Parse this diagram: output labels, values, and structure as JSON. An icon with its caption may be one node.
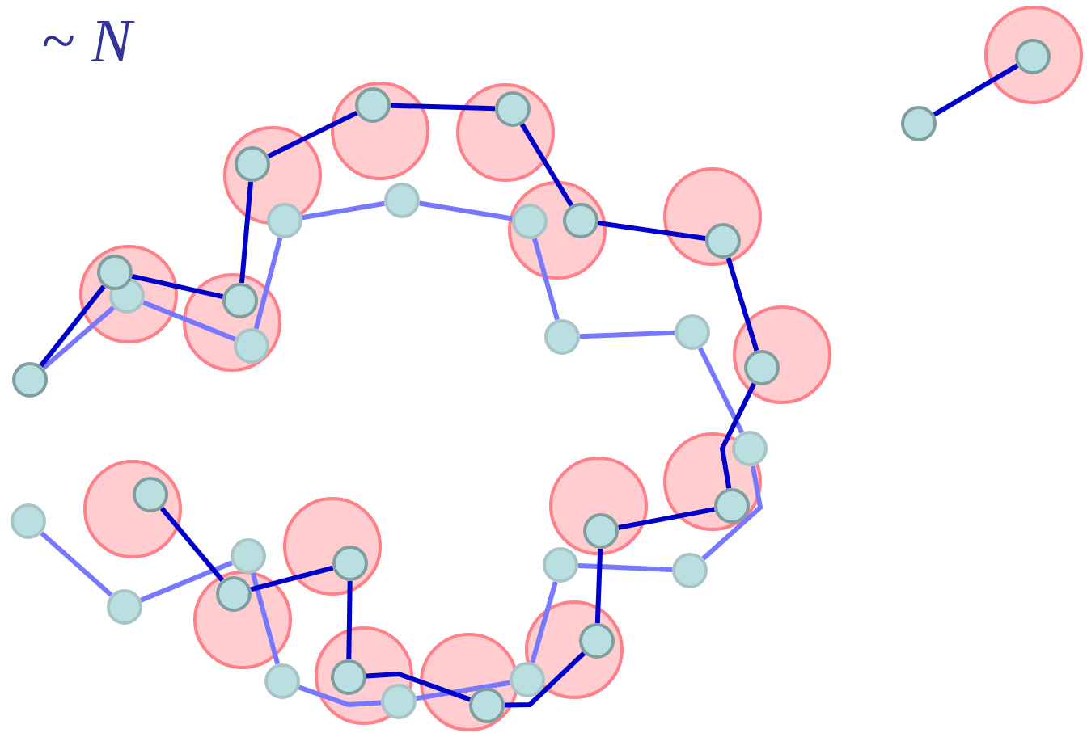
{
  "diagram": {
    "nodes": [
      {
        "text": [],
        "shape": "circle"
      },
      {
        "text": [],
        "shape": "circle"
      },
      {
        "text": [],
        "shape": "circle"
      },
      {
        "text": [],
        "shape": "circle"
      },
      {
        "text": [],
        "shape": "circle"
      },
      {
        "text": [],
        "shape": "circle"
      },
      {
        "text": [],
        "shape": "circle"
      },
      {
        "text": [],
        "shape": "circle"
      },
      {
        "text": [],
        "shape": "circle"
      },
      {
        "text": [],
        "shape": "circle"
      },
      {
        "text": [],
        "shape": "circle"
      },
      {
        "text": [],
        "shape": "circle"
      },
      {
        "text": [],
        "shape": "circle"
      },
      {
        "text": [],
        "shape": "circle"
      },
      {
        "text": [],
        "shape": "circle"
      },
      {
        "text": [],
        "shape": "circle"
      },
      {
        "text": [],
        "shape": "circle"
      },
      {
        "text": [],
        "shape": "circle"
      },
      {
        "text": [],
        "shape": "circle"
      },
      {
        "text": [],
        "shape": "circle"
      },
      {
        "text": [],
        "shape": "circle"
      },
      {
        "text": [],
        "shape": "circle"
      },
      {
        "text": [],
        "shape": "circle"
      },
      {
        "text": [],
        "shape": "circle"
      },
      {
        "text": [],
        "shape": "circle"
      },
      {
        "text": [],
        "shape": "circle"
      },
      {
        "text": [],
        "shape": "circle"
      },
      {
        "text": [],
        "shape": "circle"
      },
      {
        "text": [],
        "shape": "circle"
      },
      {
        "text": [],
        "shape": "circle"
      },
      {
        "text": [],
        "shape": "circle"
      },
      {
        "text": [],
        "shape": "circle"
      },
      {
        "text": [],
        "shape": "circle"
      },
      {
        "text": [],
        "shape": "circle"
      },
      {
        "text": [],
        "shape": "circle"
      }
    ],
    "edges": [
      {
        "from": 0,
        "to": 1,
        "arrow": "none"
      },
      {
        "from": 1,
        "to": 2,
        "arrow": "none"
      },
      {
        "from": 2,
        "to": 3,
        "arrow": "none"
      },
      {
        "from": 3,
        "to": 4,
        "arrow": "none"
      },
      {
        "from": 4,
        "to": 5,
        "arrow": "none"
      },
      {
        "from": 5,
        "to": 6,
        "arrow": "none"
      },
      {
        "from": 6,
        "to": 7,
        "arrow": "none"
      },
      {
        "from": 7,
        "to": 8,
        "arrow": "none"
      },
      {
        "from": 8,
        "to": 9,
        "arrow": "none"
      },
      {
        "from": 9,
        "to": 10,
        "arrow": "none"
      },
      {
        "from": 10,
        "to": 11,
        "arrow": "none"
      },
      {
        "from": 11,
        "to": 12,
        "arrow": "none"
      },
      {
        "from": 12,
        "to": 13,
        "arrow": "none"
      },
      {
        "from": 13,
        "to": 14,
        "arrow": "none"
      },
      {
        "from": 14,
        "to": 15,
        "arrow": "none"
      },
      {
        "from": 15,
        "to": 16,
        "arrow": "none"
      },
      {
        "from": 0,
        "to": 17,
        "arrow": "none",
        "color": "#7777ff"
      },
      {
        "from": 17,
        "to": 18,
        "arrow": "none",
        "color": "#7777ff"
      },
      {
        "from": 18,
        "to": 19,
        "arrow": "none",
        "color": "#7777ff"
      },
      {
        "from": 19,
        "to": 20,
        "arrow": "none",
        "color": "#7777ff"
      },
      {
        "from": 20,
        "to": 21,
        "arrow": "none",
        "color": "#7777ff"
      },
      {
        "from": 21,
        "to": 22,
        "arrow": "none",
        "color": "#7777ff"
      },
      {
        "from": 22,
        "to": 23,
        "arrow": "none",
        "color": "#7777ff"
      },
      {
        "from": 23,
        "to": 24,
        "arrow": "none",
        "color": "#7777ff"
      },
      {
        "from": 24,
        "to": 25,
        "arrow": "none",
        "color": "#7777ff"
      },
      {
        "from": 25,
        "to": 26,
        "arrow": "none",
        "color": "#7777ff"
      },
      {
        "from": 26,
        "to": 27,
        "arrow": "none",
        "color": "#7777ff"
      },
      {
        "from": 27,
        "to": 28,
        "arrow": "none",
        "color": "#7777ff"
      },
      {
        "from": 28,
        "to": 29,
        "arrow": "none",
        "color": "#7777ff"
      },
      {
        "from": 29,
        "to": 30,
        "arrow": "none",
        "color": "#7777ff"
      },
      {
        "from": 30,
        "to": 31,
        "arrow": "none",
        "color": "#7777ff"
      },
      {
        "from": 31,
        "to": 32,
        "arrow": "none",
        "color": "#7777ff"
      },
      {
        "from": 33,
        "to": 34,
        "arrow": "none"
      }
    ],
    "labels": [
      "~ *N*"
    ]
  }
}
